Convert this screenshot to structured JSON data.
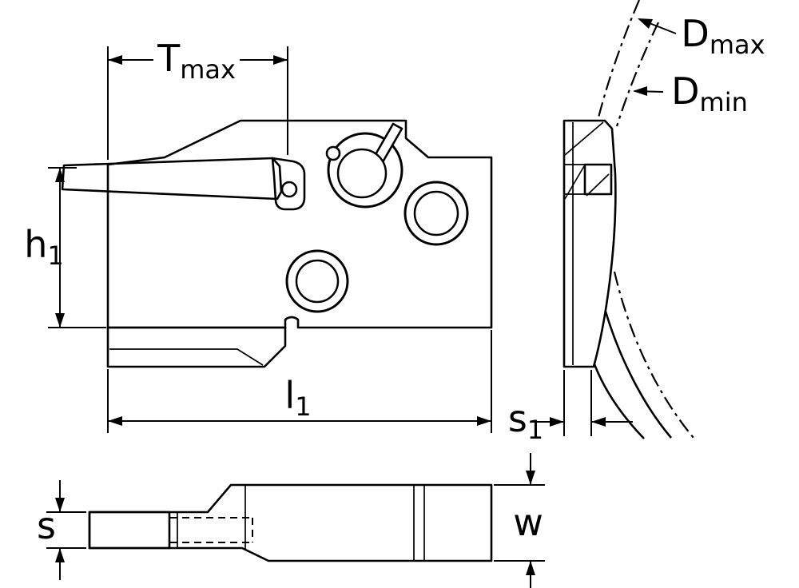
{
  "labels": {
    "t_max": {
      "base": "T",
      "sub": "max"
    },
    "h1": {
      "base": "h",
      "sub": "1"
    },
    "l1": {
      "base": "l",
      "sub": "1"
    },
    "d_max": {
      "base": "D",
      "sub": "max"
    },
    "d_min": {
      "base": "D",
      "sub": "min"
    },
    "s1": {
      "base": "s",
      "sub": "1"
    },
    "s": {
      "base": "s"
    },
    "w": {
      "base": "w"
    }
  },
  "colors": {
    "body": "#b5b5b5",
    "insert": "#e9c73e",
    "outline": "#000000",
    "background": "#ffffff"
  }
}
